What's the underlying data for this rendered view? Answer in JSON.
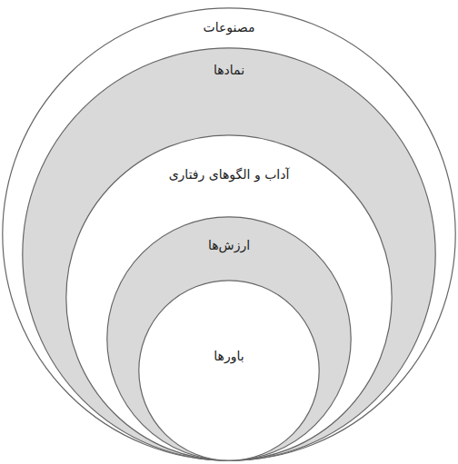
{
  "diagram": {
    "nodes": [
      {
        "text": [
          "مصنوعات"
        ]
      },
      {
        "text": [
          "نمادها"
        ],
        "in": 0
      },
      {
        "text": [
          "آداب و الگوهای رفتاری"
        ],
        "in": 1
      },
      {
        "text": [
          "ارزش‌ها"
        ],
        "in": 2
      },
      {
        "text": [
          "باورها"
        ],
        "in": 3
      }
    ]
  }
}
